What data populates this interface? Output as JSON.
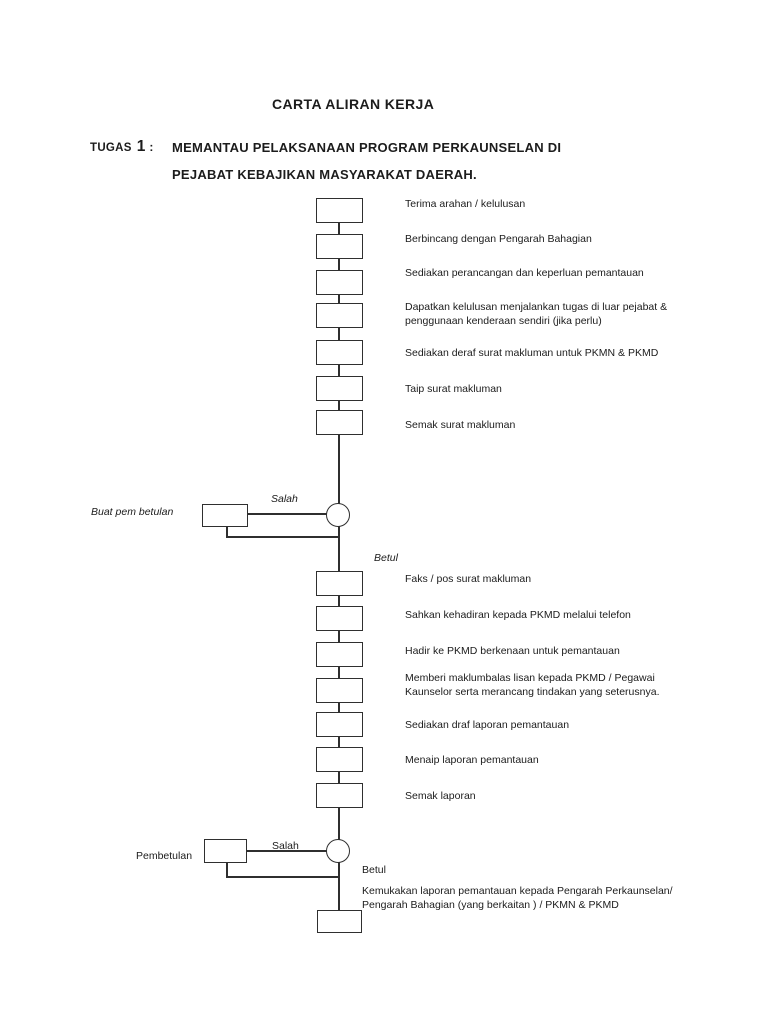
{
  "page": {
    "title": "CARTA ALIRAN KERJA",
    "task_label": "TUGAS",
    "task_number": "1",
    "task_colon": ":",
    "task_heading_line1": "MEMANTAU PELAKSANAAN PROGRAM PERKAUNSELAN DI",
    "task_heading_line2": "PEJABAT KEBAJIKAN MASYARAKAT DAERAH."
  },
  "flowchart": {
    "steps": [
      "Terima arahan / kelulusan",
      "Berbincang dengan Pengarah Bahagian",
      "Sediakan perancangan dan keperluan pemantauan",
      "Dapatkan kelulusan menjalankan tugas di luar pejabat &\npenggunaan kenderaan sendiri (jika perlu)",
      "Sediakan deraf surat makluman untuk PKMN & PKMD",
      "Taip surat makluman",
      "Semak surat makluman",
      "Faks / pos surat makluman",
      "Sahkan kehadiran kepada PKMD melalui telefon",
      "Hadir ke PKMD berkenaan untuk pemantauan",
      "Memberi maklumbalas lisan kepada PKMD / Pegawai\nKaunselor serta merancang tindakan yang seterusnya.",
      "Sediakan draf laporan pemantauan",
      "Menaip laporan pemantauan",
      "Semak laporan",
      "Kemukakan laporan pemantauan kepada Pengarah Perkaunselan/\nPengarah Bahagian (yang berkaitan ) / PKMN & PKMD"
    ],
    "decision1": {
      "action_label": "Buat pem betulan",
      "branch_wrong": "Salah",
      "branch_correct": "Betul"
    },
    "decision2": {
      "action_label": "Pembetulan",
      "branch_wrong": "Salah",
      "branch_correct": "Betul"
    }
  },
  "colors": {
    "background": "#ffffff",
    "line": "#2f2f2f",
    "text": "#1c1c1c"
  }
}
